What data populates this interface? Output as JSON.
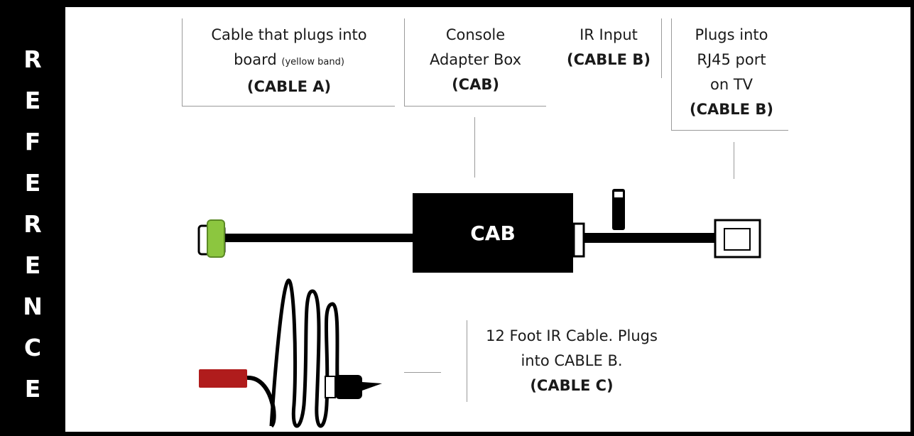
{
  "sidebar": {
    "letters": [
      "R",
      "E",
      "F",
      "E",
      "R",
      "E",
      "N",
      "C",
      "E"
    ]
  },
  "callouts": {
    "cable_a": {
      "line1": "Cable that plugs into",
      "line2_main": "board",
      "line2_small": "(yellow band)",
      "line3": "(CABLE A)"
    },
    "cab": {
      "line1": "Console",
      "line2": "Adapter Box",
      "line3": "(CAB)"
    },
    "ir_input": {
      "line1": "IR Input",
      "line2": "(CABLE B)"
    },
    "rj45": {
      "line1": "Plugs into",
      "line2": "RJ45 port",
      "line3": "on TV",
      "line4": "(CABLE B)"
    },
    "cable_c": {
      "line1": "12 Foot IR Cable. Plugs",
      "line2": "into CABLE B.",
      "line3": "(CABLE C)"
    }
  },
  "diagram": {
    "box_label": "CAB",
    "colors": {
      "cable": "#000000",
      "yellow_band": "#8cc63f",
      "red_plug": "#b01c1c",
      "line": "#9a9a9a"
    }
  }
}
